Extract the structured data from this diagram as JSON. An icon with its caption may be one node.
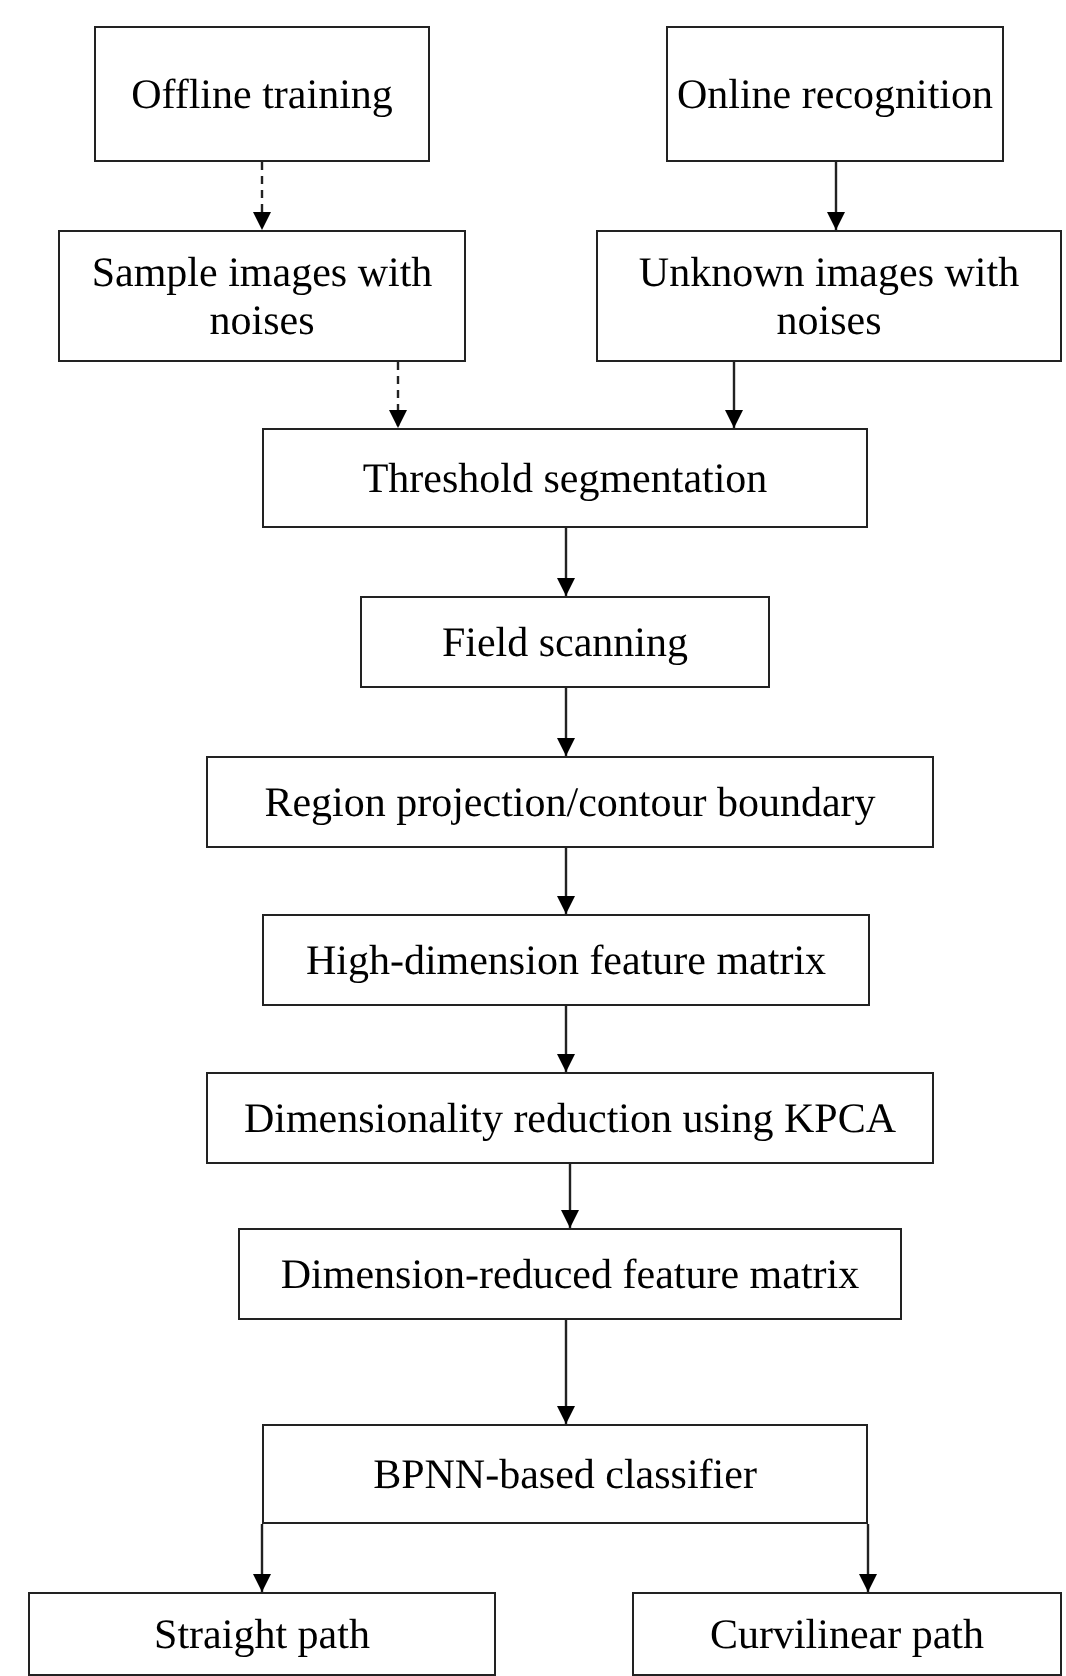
{
  "diagram": {
    "nodes": [
      {
        "text": [
          "Offline training"
        ]
      },
      {
        "text": [
          "Online recognition"
        ]
      },
      {
        "text": [
          "Sample images with noises"
        ]
      },
      {
        "text": [
          "Unknown images with noises"
        ]
      },
      {
        "text": [
          "Threshold segmentation"
        ]
      },
      {
        "text": [
          "Field scanning"
        ]
      },
      {
        "text": [
          "Region projection/contour boundary"
        ]
      },
      {
        "text": [
          "High-dimension feature matrix"
        ]
      },
      {
        "text": [
          "Dimensionality reduction using KPCA"
        ]
      },
      {
        "text": [
          "Dimension-reduced feature matrix"
        ]
      },
      {
        "text": [
          "BPNN-based classifier"
        ]
      },
      {
        "text": [
          "Straight path"
        ]
      },
      {
        "text": [
          "Curvilinear path"
        ]
      }
    ],
    "edges": [
      {
        "from": 0,
        "to": 2,
        "arrow": "to",
        "style": "dashed"
      },
      {
        "from": 1,
        "to": 3,
        "arrow": "to"
      },
      {
        "from": 2,
        "to": 4,
        "arrow": "to",
        "style": "dashed"
      },
      {
        "from": 3,
        "to": 4,
        "arrow": "to"
      },
      {
        "from": 4,
        "to": 5,
        "arrow": "to"
      },
      {
        "from": 5,
        "to": 6,
        "arrow": "to"
      },
      {
        "from": 6,
        "to": 7,
        "arrow": "to"
      },
      {
        "from": 7,
        "to": 8,
        "arrow": "to"
      },
      {
        "from": 8,
        "to": 9,
        "arrow": "to"
      },
      {
        "from": 9,
        "to": 10,
        "arrow": "to"
      },
      {
        "from": 10,
        "to": 11,
        "arrow": "to"
      },
      {
        "from": 10,
        "to": 12,
        "arrow": "to"
      }
    ]
  }
}
